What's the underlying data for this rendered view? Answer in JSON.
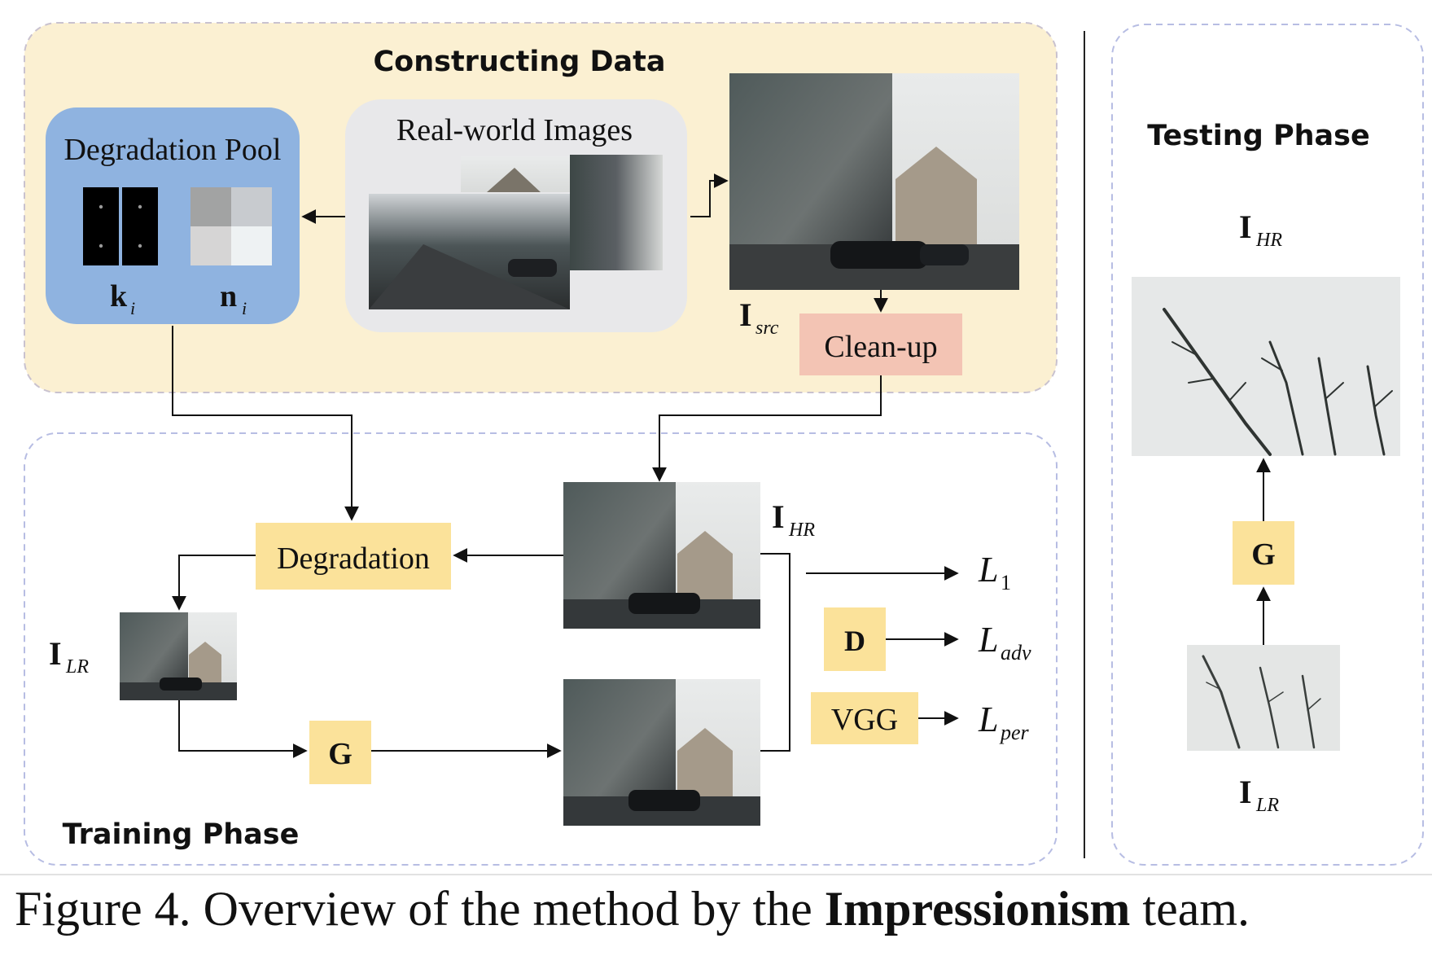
{
  "panels": {
    "constructing_title": "Constructing Data",
    "training_title": "Training Phase",
    "testing_title": "Testing Phase"
  },
  "degradation_pool": {
    "title": "Degradation Pool",
    "kernel_label": "k",
    "kernel_sub": "i",
    "noise_label": "n",
    "noise_sub": "i"
  },
  "real_world": {
    "title": "Real-world Images"
  },
  "constructing": {
    "src_label": "I",
    "src_sub": "src",
    "cleanup": "Clean-up"
  },
  "training": {
    "degradation": "Degradation",
    "generator": "G",
    "discriminator": "D",
    "vgg": "VGG",
    "hr_label": "I",
    "hr_sub": "HR",
    "lr_label": "I",
    "lr_sub": "LR",
    "loss_l1": "L",
    "loss_l1_sub": "1",
    "loss_adv": "L",
    "loss_adv_sub": "adv",
    "loss_per": "L",
    "loss_per_sub": "per"
  },
  "testing": {
    "hr_label": "I",
    "hr_sub": "HR",
    "generator": "G",
    "lr_label": "I",
    "lr_sub": "LR"
  },
  "caption": {
    "prefix": "Figure 4. Overview of the method by the ",
    "team": "Impressionism",
    "suffix": " team."
  },
  "colors": {
    "constructing_bg": "#fbf0d2",
    "pool_bg": "#8fb3e0",
    "real_world_bg": "#e8e8ea",
    "block_yellow": "#fbe29a",
    "cleanup_bg": "#f3c4b4",
    "panel_border": "#b7bde3"
  }
}
